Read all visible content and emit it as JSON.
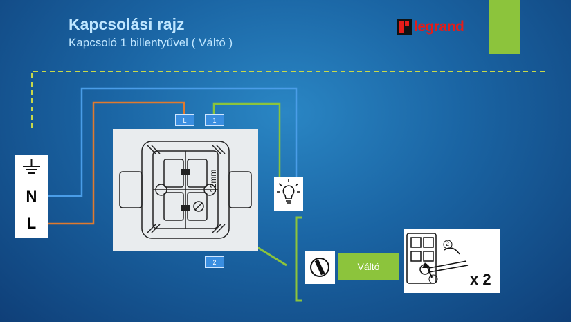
{
  "header": {
    "title": "Kapcsolási rajz",
    "subtitle": "Kapcsoló 1 billentyűvel ( Váltó )"
  },
  "logo": {
    "text": "legrand"
  },
  "terminals": {
    "l": "L",
    "one": "1",
    "two": "2"
  },
  "supply": {
    "n": "N",
    "l": "L"
  },
  "switch": {
    "size_label": "12mm"
  },
  "option": {
    "label": "Váltó"
  },
  "instruction": {
    "multiplier": "x 2",
    "step1": "1",
    "step2": "2"
  },
  "colors": {
    "accent_green": "#8cc43c",
    "wire_blue": "#4a9de8",
    "wire_orange": "#e07a2e",
    "wire_ground": "#c8d84a",
    "terminal_blue": "#3a8ee0",
    "brand_red": "#e31d1a"
  },
  "icons": [
    "ground-icon",
    "light-bulb-icon",
    "rotary-knob-icon",
    "screwdriver-instruction-icon"
  ]
}
